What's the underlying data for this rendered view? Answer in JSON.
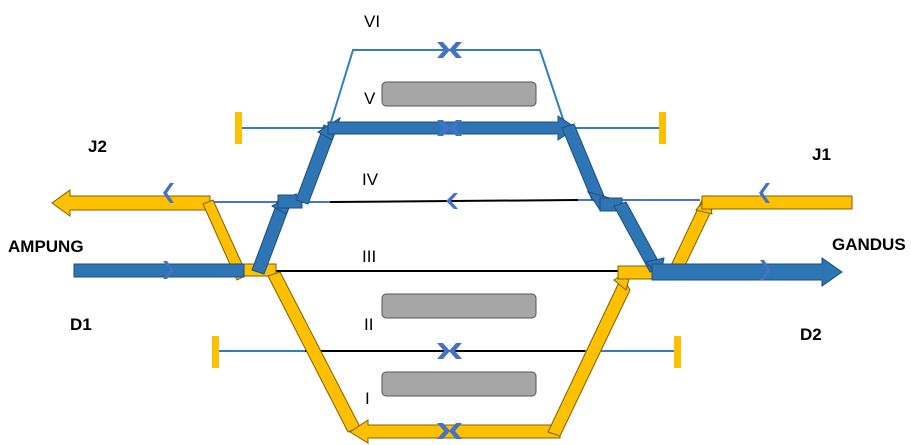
{
  "stations": {
    "west": "AMPUNG",
    "east": "GANDUS"
  },
  "lines": {
    "west_upper": "J2",
    "west_lower": "D1",
    "east_upper": "J1",
    "east_lower": "D2"
  },
  "tracks": {
    "track_6": "VI",
    "track_5": "V",
    "track_4": "IV",
    "track_3": "III",
    "track_2": "II",
    "track_1": "I"
  },
  "colors": {
    "blue_route": "#2e75b6",
    "yellow_route": "#ffc000",
    "thin_blue": "#2f7fc1",
    "main_line": "#000000",
    "platform": "#a6a6a6",
    "bumper": "#ffc000",
    "signal": "#4472c4"
  }
}
